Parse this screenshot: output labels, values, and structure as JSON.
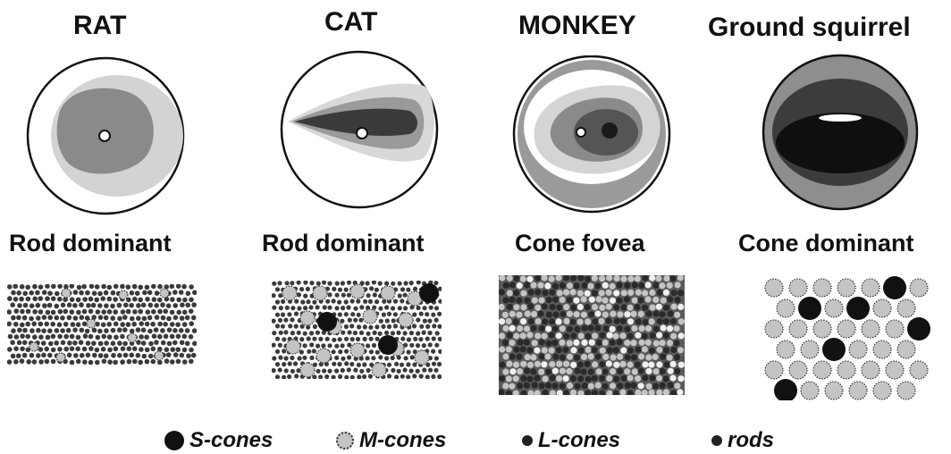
{
  "columns": [
    {
      "title": "RAT",
      "subtitle": "Rod dominant"
    },
    {
      "title": "CAT",
      "subtitle": "Rod dominant"
    },
    {
      "title": "MONKEY",
      "subtitle": "Cone fovea"
    },
    {
      "title": "Ground squirrel",
      "subtitle": "Cone dominant"
    }
  ],
  "legend": [
    {
      "label": "S-cones",
      "icon": "s-cone-dot"
    },
    {
      "label": "M-cones",
      "icon": "m-cone-dot"
    },
    {
      "label": "L-cones",
      "icon": "l-cone-dot"
    },
    {
      "label": "rods",
      "icon": "rod-dot"
    }
  ],
  "colors": {
    "s_cone": "#111111",
    "m_cone": "#c4c4c4",
    "l_cone": "#2a2a2a",
    "rod": "#3a3a3a",
    "density_light": "#d0d0d0",
    "density_mid": "#8c8c8c",
    "density_dark": "#3c3c3c",
    "density_darkest": "#111111"
  }
}
